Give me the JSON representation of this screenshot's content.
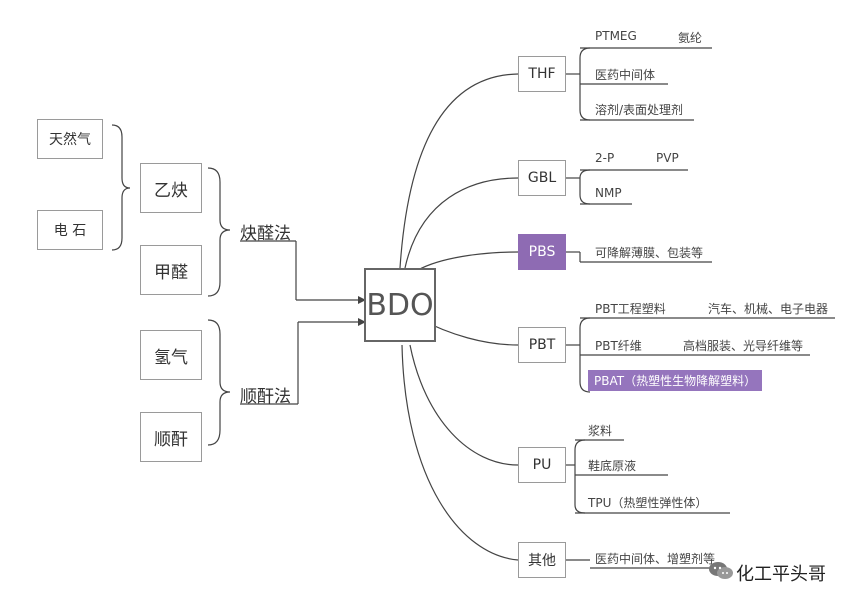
{
  "center": "BDO",
  "sources": [
    "天然气",
    "电 石"
  ],
  "intermediates": [
    "乙炔",
    "甲醛",
    "氢气",
    "顺酐"
  ],
  "methods": [
    "炔醛法",
    "顺酐法"
  ],
  "categories": [
    {
      "name": "THF",
      "items": [
        "PTMEG",
        "氨纶",
        "医药中间体",
        "溶剂/表面处理剂"
      ]
    },
    {
      "name": "GBL",
      "items": [
        "2-P",
        "PVP",
        "NMP"
      ]
    },
    {
      "name": "PBS",
      "items": [
        "可降解薄膜、包装等"
      ]
    },
    {
      "name": "PBT",
      "items": [
        "PBT工程塑料",
        "汽车、机械、电子电器",
        "PBT纤维",
        "高档服装、光导纤维等",
        "PBAT（热塑性生物降解塑料）"
      ]
    },
    {
      "name": "PU",
      "items": [
        "浆料",
        "鞋底原液",
        "TPU（热塑性弹性体）"
      ]
    },
    {
      "name": "其他",
      "items": [
        "医药中间体、增塑剂等"
      ]
    }
  ],
  "watermark": "化工平头哥",
  "colors": {
    "accent": "#8e6bb3",
    "line": "#333333",
    "box_border": "#9a9a9a"
  }
}
